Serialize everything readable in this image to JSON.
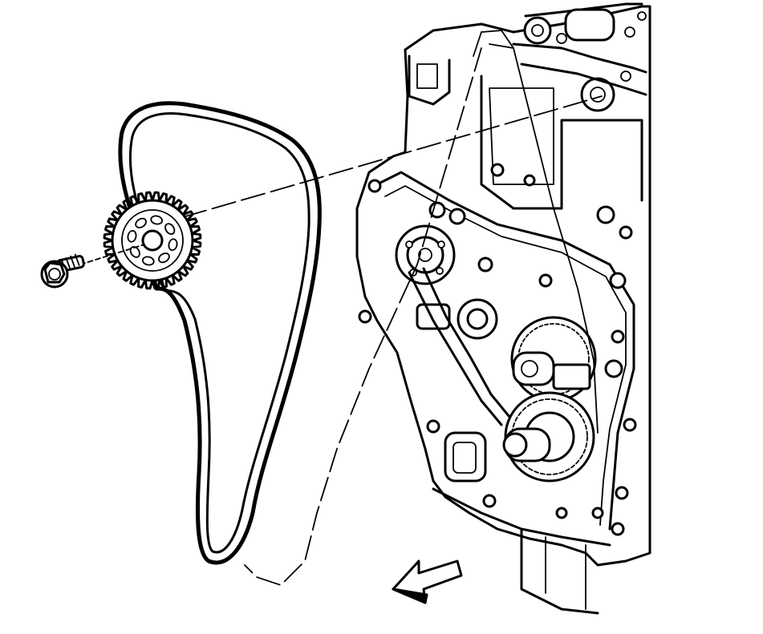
{
  "diagram": {
    "labels": [],
    "colors": {
      "ink": "#000000",
      "paper": "#ffffff"
    },
    "parts": [
      {
        "id": "camshaft-sprocket",
        "teeth": 36
      },
      {
        "id": "mounting-bolt"
      },
      {
        "id": "timing-chain"
      },
      {
        "id": "engine-block"
      },
      {
        "id": "direction-arrow",
        "points": "front-left"
      }
    ]
  }
}
